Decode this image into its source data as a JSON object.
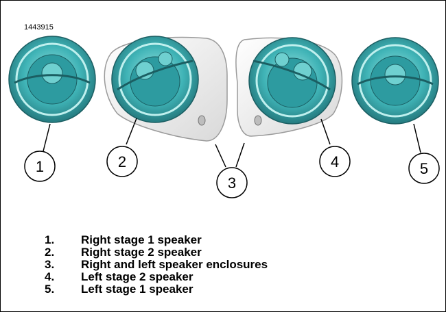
{
  "figure": {
    "id": "1443915",
    "callouts": [
      "1",
      "2",
      "3",
      "4",
      "5"
    ],
    "legend": [
      {
        "num": "1.",
        "text": "Right stage 1 speaker"
      },
      {
        "num": "2.",
        "text": "Right stage 2 speaker"
      },
      {
        "num": "3.",
        "text": "Right and left speaker enclosures"
      },
      {
        "num": "4.",
        "text": "Left stage 2 speaker"
      },
      {
        "num": "5.",
        "text": "Left stage 1 speaker"
      }
    ]
  },
  "colors": {
    "speaker_teal": "#3fb3b6",
    "speaker_dark": "#1f6e73",
    "enclosure": "#f2f2f2"
  }
}
